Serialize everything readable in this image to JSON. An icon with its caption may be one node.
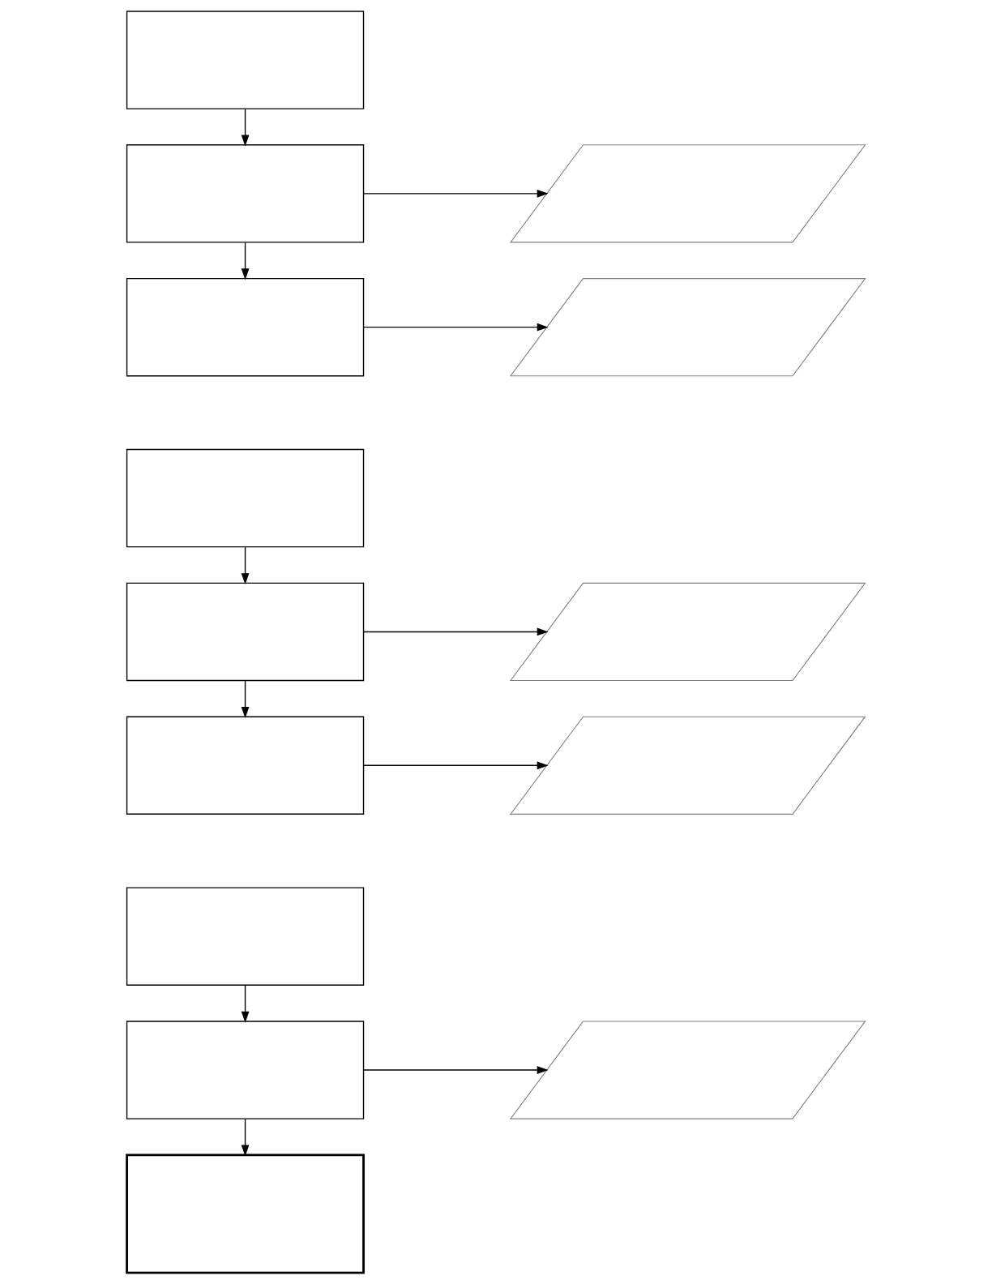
{
  "diagram": {
    "nodes": [
      {
        "text": [],
        "shape": "box"
      },
      {
        "text": [],
        "shape": "box"
      },
      {
        "text": [],
        "shape": "parallelogram"
      },
      {
        "text": [],
        "shape": "box"
      },
      {
        "text": [],
        "shape": "parallelogram"
      },
      {
        "text": [],
        "shape": "box"
      },
      {
        "text": [],
        "shape": "box"
      },
      {
        "text": [],
        "shape": "parallelogram"
      },
      {
        "text": [],
        "shape": "box"
      },
      {
        "text": [],
        "shape": "parallelogram"
      },
      {
        "text": [],
        "shape": "box"
      },
      {
        "text": [],
        "shape": "box"
      },
      {
        "text": [],
        "shape": "parallelogram"
      },
      {
        "text": [],
        "shape": "box"
      }
    ],
    "edges": [
      {
        "from": 0,
        "to": 1,
        "arrow": "to"
      },
      {
        "from": 1,
        "to": 2,
        "arrow": "to"
      },
      {
        "from": 1,
        "to": 3,
        "arrow": "to"
      },
      {
        "from": 3,
        "to": 4,
        "arrow": "to"
      },
      {
        "from": 5,
        "to": 6,
        "arrow": "to"
      },
      {
        "from": 6,
        "to": 7,
        "arrow": "to"
      },
      {
        "from": 6,
        "to": 8,
        "arrow": "to"
      },
      {
        "from": 8,
        "to": 9,
        "arrow": "to"
      },
      {
        "from": 10,
        "to": 11,
        "arrow": "to"
      },
      {
        "from": 11,
        "to": 12,
        "arrow": "to"
      },
      {
        "from": 11,
        "to": 13,
        "arrow": "to"
      }
    ]
  }
}
